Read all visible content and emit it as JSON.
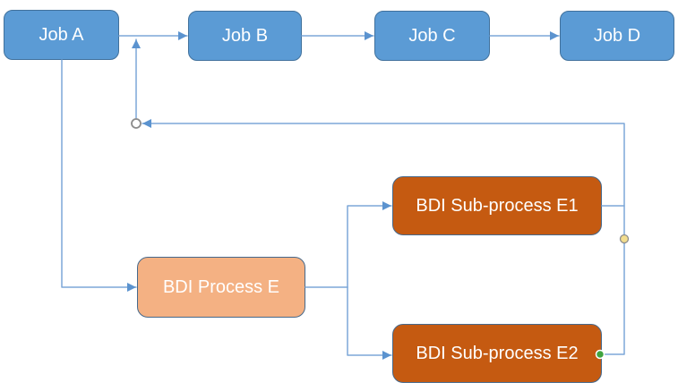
{
  "diagram": {
    "nodes": [
      {
        "id": "job-a",
        "label": "Job A",
        "kind": "job"
      },
      {
        "id": "job-b",
        "label": "Job B",
        "kind": "job"
      },
      {
        "id": "job-c",
        "label": "Job C",
        "kind": "job"
      },
      {
        "id": "job-d",
        "label": "Job D",
        "kind": "job"
      },
      {
        "id": "bdi-process-e",
        "label": "BDI Process E",
        "kind": "process"
      },
      {
        "id": "bdi-sub-process-e1",
        "label": "BDI Sub-process E1",
        "kind": "subprocess"
      },
      {
        "id": "bdi-sub-process-e2",
        "label": "BDI Sub-process E2",
        "kind": "subprocess"
      }
    ],
    "edges": [
      {
        "from": "job-a",
        "to": "job-b"
      },
      {
        "from": "job-b",
        "to": "job-c"
      },
      {
        "from": "job-c",
        "to": "job-d"
      },
      {
        "from": "job-a",
        "to": "bdi-process-e"
      },
      {
        "from": "bdi-process-e",
        "to": "bdi-sub-process-e1"
      },
      {
        "from": "bdi-process-e",
        "to": "bdi-sub-process-e2"
      },
      {
        "from": "bdi-sub-process-e1",
        "to": "feedback-junction"
      },
      {
        "from": "bdi-sub-process-e2",
        "to": "feedback-junction"
      },
      {
        "from": "feedback-junction",
        "to": "job-a-job-b-link"
      }
    ],
    "colors": {
      "background": "#FFFFFF",
      "job_fill": "#5B9BD5",
      "job_border": "#41719C",
      "process_fill": "#F4B183",
      "subprocess_fill": "#C55A11",
      "orange_border": "#46698C",
      "connector": "#7DA7D8",
      "arrowhead": "#5B93CF",
      "junction_dot_fill": "#FFFFFF",
      "junction_dot_border": "#8C8C8C",
      "endpoint_dot_yellow": "#F2DD8E",
      "endpoint_dot_green": "#3FA33F"
    }
  }
}
